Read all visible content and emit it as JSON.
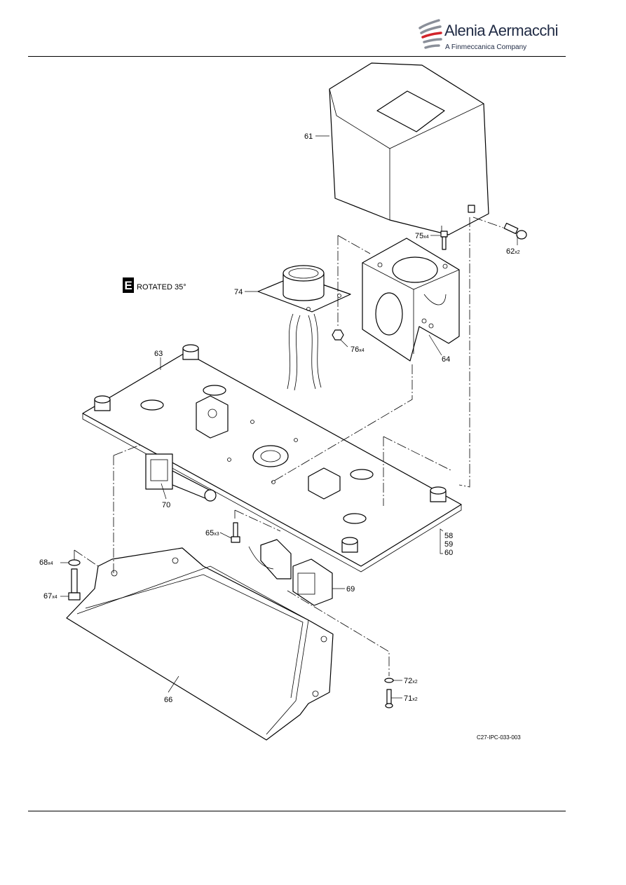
{
  "brand": {
    "name": "Alenia Aermacchi",
    "tagline": "A Finmeccanica Company",
    "icon": "swoosh-logo-icon",
    "accent_color": "#d2232a",
    "text_color": "#1f2a44"
  },
  "note": {
    "badge": "E",
    "text": "ROTATED 35°"
  },
  "figure_id": "C27-IPC-033-003",
  "callouts": [
    {
      "num": "61",
      "qty": ""
    },
    {
      "num": "75",
      "qty": "x4"
    },
    {
      "num": "62",
      "qty": "x2"
    },
    {
      "num": "74",
      "qty": ""
    },
    {
      "num": "76",
      "qty": "x4"
    },
    {
      "num": "64",
      "qty": ""
    },
    {
      "num": "63",
      "qty": ""
    },
    {
      "num": "70",
      "qty": ""
    },
    {
      "num": "65",
      "qty": "x3"
    },
    {
      "num": "58",
      "qty": ""
    },
    {
      "num": "59",
      "qty": ""
    },
    {
      "num": "60",
      "qty": ""
    },
    {
      "num": "68",
      "qty": "x4"
    },
    {
      "num": "67",
      "qty": "x4"
    },
    {
      "num": "69",
      "qty": ""
    },
    {
      "num": "66",
      "qty": ""
    },
    {
      "num": "72",
      "qty": "x2"
    },
    {
      "num": "71",
      "qty": "x2"
    }
  ]
}
